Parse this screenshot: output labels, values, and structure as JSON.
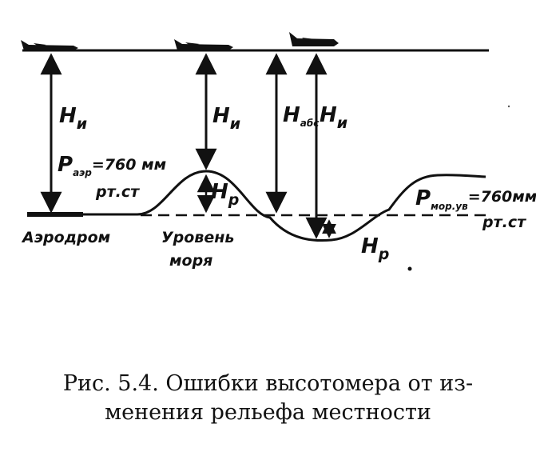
{
  "labels": {
    "h_i": "H",
    "h_i_sub": "и",
    "h_abs": "H",
    "h_abs_sub": "абс",
    "h_r": "H",
    "h_r_sub": "р",
    "p_aer": "P",
    "p_aer_sub": "аэр",
    "p_aer_value": "=760 мм",
    "p_aer_unit": "рт.ст",
    "p_mor": "P",
    "p_mor_sub": "мор.ув",
    "p_mor_value": "=760мм",
    "p_mor_unit": "рт.ст",
    "aerodrom": "Аэродром",
    "sea_level_1": "Уровень",
    "sea_level_2": "моря"
  },
  "caption": {
    "line1": "Рис. 5.4. Ошибки высотомера от из-",
    "line2": "менения рельефа местности"
  }
}
